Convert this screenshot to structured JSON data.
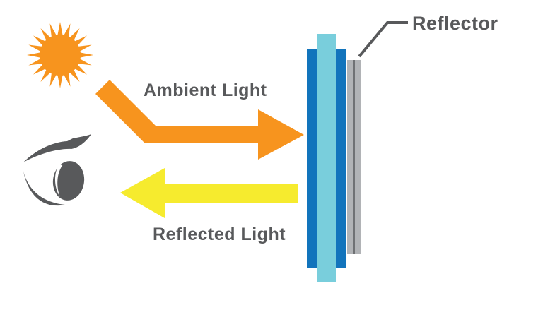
{
  "labels": {
    "ambient_light": "Ambient Light",
    "reflected_light": "Reflected Light",
    "reflector": "Reflector"
  },
  "icons": {
    "sun": "sun-icon",
    "eye": "eye-icon",
    "ambient_arrow": "right-bent-arrow-icon",
    "reflected_arrow": "left-arrow-icon"
  },
  "colors": {
    "orange": "#F7941E",
    "yellow": "#F6EB2E",
    "blue": "#1274BC",
    "cyan": "#79CEDC",
    "gray": "#B1B3B6",
    "gray_dark": "#6F7174",
    "text": "#58595B",
    "background": "#FFFFFF"
  }
}
